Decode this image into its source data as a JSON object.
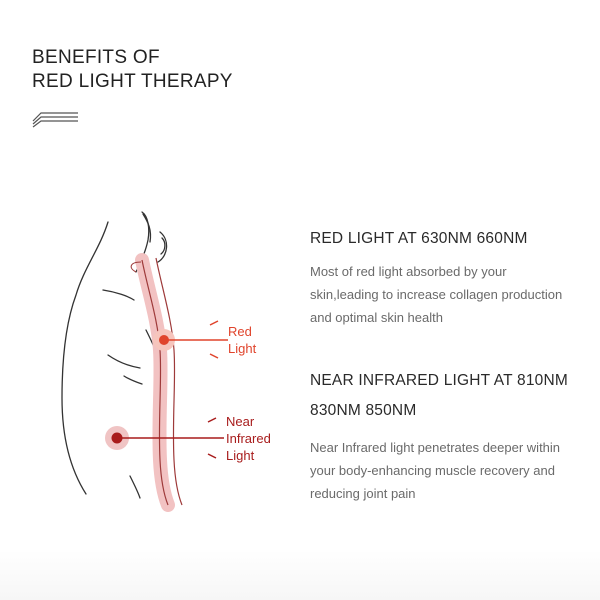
{
  "title": {
    "line1": "BENEFITS OF",
    "line2": "RED LIGHT THERAPY"
  },
  "diagram": {
    "red_label_1": "Red",
    "red_label_2": "Light",
    "nir_label_1": "Near",
    "nir_label_2": "Infrared",
    "nir_label_3": "Light"
  },
  "sections": {
    "red": {
      "heading": "RED LIGHT AT 630NM 660NM",
      "body": "Most of red light absorbed by your skin,leading to increase collagen production and optimal skin health"
    },
    "nir": {
      "heading": "NEAR INFRARED LIGHT AT 810NM 830NM 850NM",
      "body": "Near Infrared light penetrates deeper within your body-enhancing muscle recovery and reducing joint pain"
    }
  },
  "colors": {
    "red_light": "#e0442c",
    "near_infrared": "#a81c1c",
    "skin_band": "#f2c2c2"
  }
}
